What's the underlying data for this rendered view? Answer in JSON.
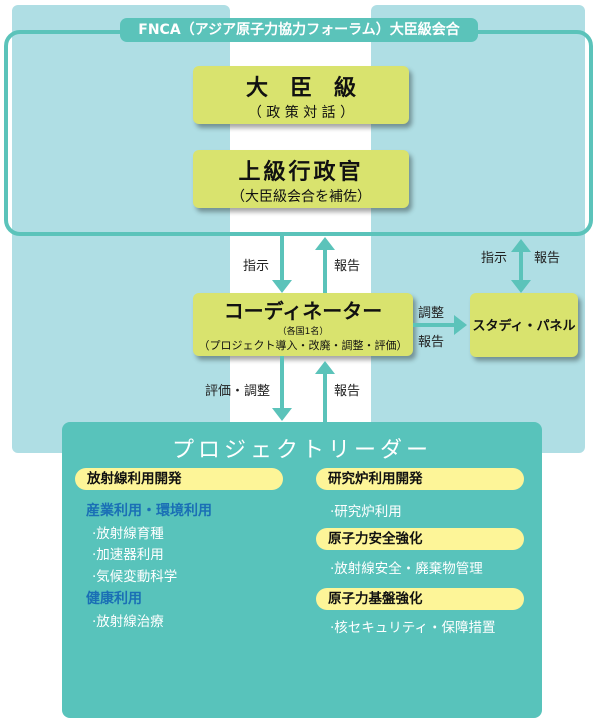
{
  "header": {
    "title": "FNCA（アジア原子力協力フォーラム）大臣級会合"
  },
  "minister": {
    "title": "大　臣　級",
    "subtitle": "（ 政 策 対 話 ）"
  },
  "senior": {
    "title": "上級行政官",
    "subtitle": "（大臣級会合を補佐）"
  },
  "coordinator": {
    "title": "コーディネーター",
    "note": "（各国1名）",
    "role": "（プロジェクト導入・改廃・調整・評価）"
  },
  "study_panel": {
    "title": "スタディ・パネル"
  },
  "arrows": {
    "instruct": "指示",
    "report": "報告",
    "panel_instruct": "指示",
    "panel_report": "報告",
    "adjust": "調整",
    "adjust_report": "報告",
    "evaluate": "評価・調整",
    "leader_report": "報告"
  },
  "project_leader": {
    "title": "プロジェクトリーダー",
    "left": {
      "heading": "放射線利用開発",
      "groups": [
        {
          "name": "産業利用・環境利用",
          "items": [
            "·放射線育種",
            "·加速器利用",
            "·気候変動科学"
          ]
        },
        {
          "name": "健康利用",
          "items": [
            "·放射線治療"
          ]
        }
      ]
    },
    "right": [
      {
        "heading": "研究炉利用開発",
        "items": [
          "·研究炉利用"
        ]
      },
      {
        "heading": "原子力安全強化",
        "items": [
          "·放射線安全・廃棄物管理"
        ]
      },
      {
        "heading": "原子力基盤強化",
        "items": [
          "·核セキュリティ・保障措置"
        ]
      }
    ]
  }
}
